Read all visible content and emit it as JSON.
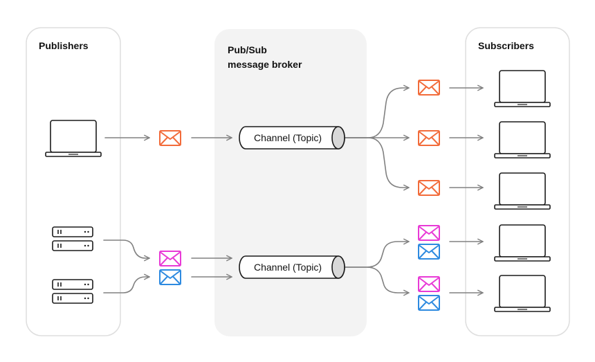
{
  "panels": {
    "publishers": {
      "title": "Publishers"
    },
    "broker": {
      "title_line1": "Pub/Sub",
      "title_line2": "message broker"
    },
    "subscribers": {
      "title": "Subscribers"
    }
  },
  "channels": [
    {
      "label": "Channel (Topic)"
    },
    {
      "label": "Channel (Topic)"
    }
  ],
  "colors": {
    "panel_border": "#dedede",
    "broker_fill": "#f3f3f3",
    "arrow": "#808080",
    "device": "#1a1a1a",
    "message_orange": "#f26b3a",
    "message_magenta": "#e83ad6",
    "message_blue": "#2d8ae0"
  },
  "icons": {
    "publisher_device": "laptop-icon",
    "server": "server-icon",
    "message": "envelope-icon",
    "subscriber_device": "laptop-icon"
  }
}
